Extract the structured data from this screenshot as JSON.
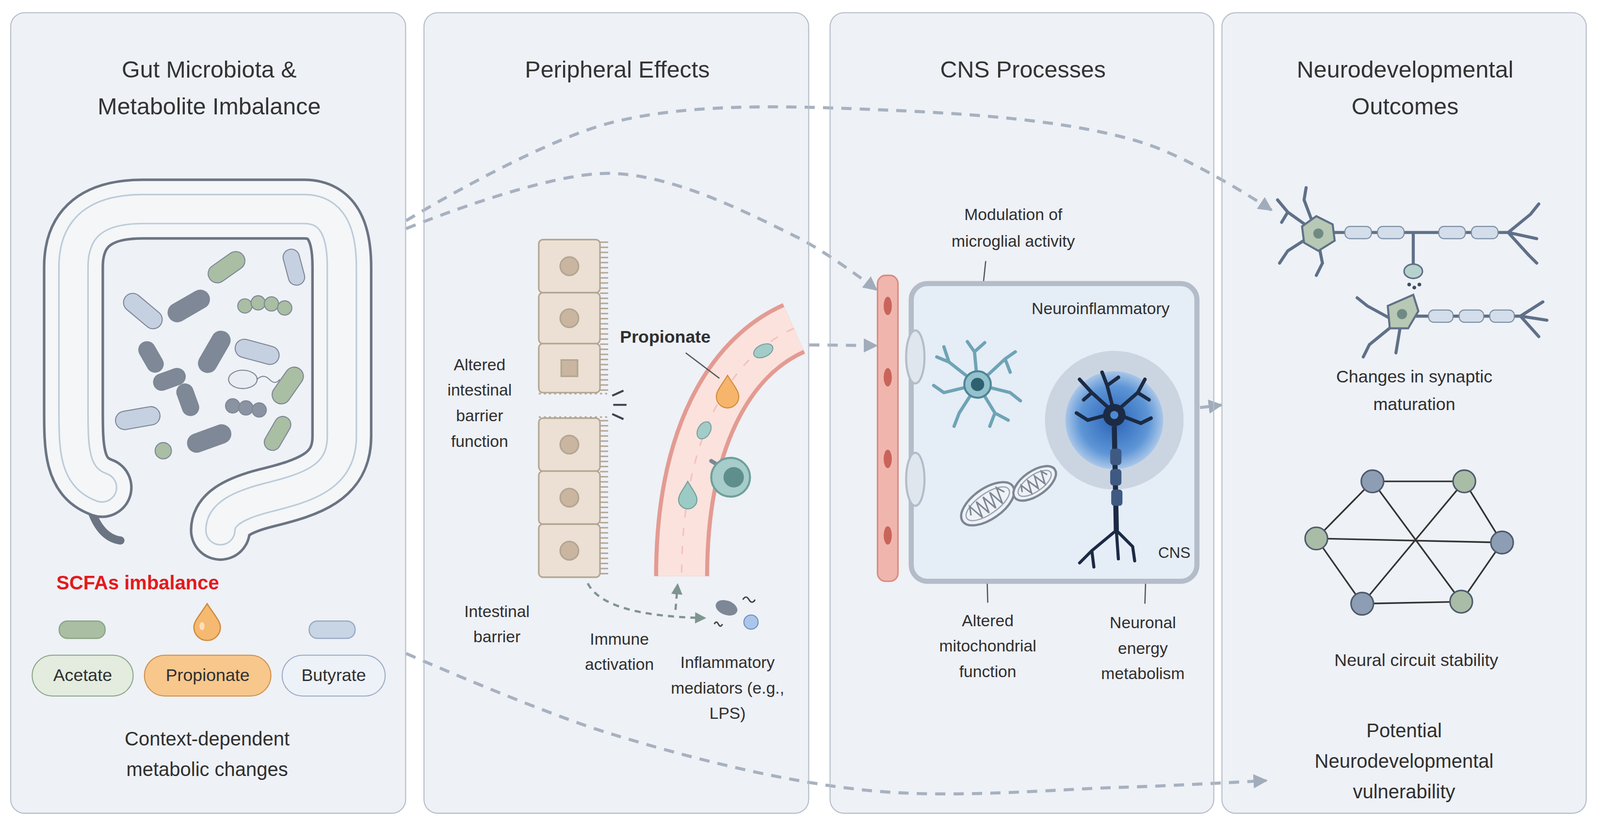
{
  "diagram": {
    "nodes": [
      {
        "text": [
          "Gut Microbiota & Metabolite Imbalance"
        ]
      },
      {
        "text": [
          "Peripheral Effects"
        ]
      },
      {
        "text": [
          "CNS Processes"
        ]
      },
      {
        "text": [
          "Neurodevelopmental Outcomes"
        ]
      },
      {
        "text": [
          "Acetate"
        ],
        "in": 0
      },
      {
        "text": [
          "Propionate"
        ],
        "in": 0
      },
      {
        "text": [
          "Butyrate"
        ],
        "in": 0
      },
      {
        "text": [
          "Neuroinflammatory",
          "CNS"
        ],
        "in": 2
      },
      {
        "text": [
          "Changes in synaptic maturation"
        ],
        "in": 3
      },
      {
        "text": [
          "Neural circuit stability"
        ],
        "in": 3
      },
      {
        "text": [
          "Potential Neurodevelopmental vulnerability"
        ],
        "in": 3
      }
    ],
    "edges": [
      {
        "from": 0,
        "to": 8,
        "arrow": "to"
      },
      {
        "from": 0,
        "to": 7,
        "arrow": "to"
      },
      {
        "from": 1,
        "to": 7,
        "arrow": "to"
      },
      {
        "from": 7,
        "to": 3,
        "arrow": "to"
      },
      {
        "from": 0,
        "to": 10,
        "arrow": "to"
      }
    ],
    "labels": [
      "SCFAs imbalance",
      "Context-dependent metabolic changes",
      "Altered intestinal barrier function",
      "Propionate",
      "Intestinal barrier",
      "Immune activation",
      "Inflammatory mediators (e.g., LPS)",
      "Modulation of microglial activity",
      "Altered mitochondrial function",
      "Neuronal energy metabolism"
    ]
  }
}
